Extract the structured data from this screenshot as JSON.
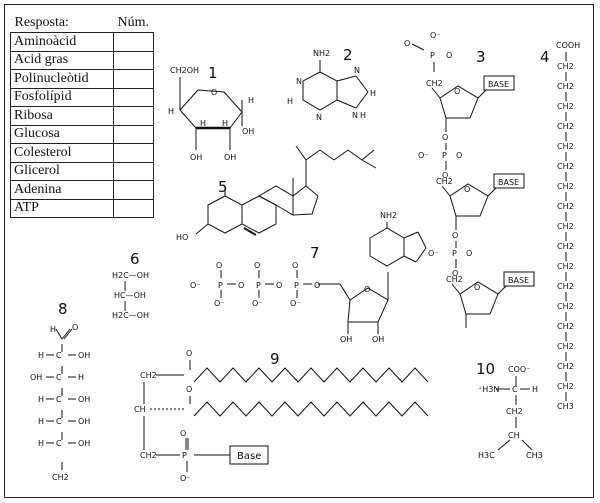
{
  "table": {
    "header_answer": "Resposta:",
    "header_number": "Núm.",
    "rows": [
      {
        "label": "Aminoàcid",
        "value": ""
      },
      {
        "label": "Acid gras",
        "value": ""
      },
      {
        "label": "Polinucleòtid",
        "value": ""
      },
      {
        "label": "Fosfolípid",
        "value": ""
      },
      {
        "label": "Ribosa",
        "value": ""
      },
      {
        "label": "Glucosa",
        "value": ""
      },
      {
        "label": "Colesterol",
        "value": ""
      },
      {
        "label": "Glicerol",
        "value": ""
      },
      {
        "label": "Adenina",
        "value": ""
      },
      {
        "label": "ATP",
        "value": ""
      }
    ]
  },
  "structures": {
    "n1": "1",
    "n2": "2",
    "n3": "3",
    "n4": "4",
    "n5": "5",
    "n6": "6",
    "n7": "7",
    "n8": "8",
    "n9": "9",
    "n10": "10"
  },
  "labels": {
    "ribose_ch2oh": "CH2OH",
    "ribose_h": "H",
    "ribose_oh": "OH",
    "ribose_o": "O",
    "adenine_nh2": "NH2",
    "adenine_n": "N",
    "adenine_h": "H",
    "base": "BASE",
    "cooh": "COOH",
    "ch2": "CH2",
    "ch3": "CH3",
    "ho": "HO",
    "glycerol_ch2oh": "H2C—OH",
    "glycerol_choh": "HC—OH",
    "phosphate_p": "P",
    "phosphate_o_minus": "O⁻",
    "fatty_ester_o": "O",
    "phospho_base": "Base",
    "ch": "CH",
    "aa_coo": "COO⁻",
    "aa_h3n": "⁺H3N",
    "aa_c": "C",
    "aa_h": "H",
    "aa_h3c": "H3C",
    "aa_ch3": "CH3",
    "glucose_hc": "H",
    "glucose_o": "O"
  }
}
